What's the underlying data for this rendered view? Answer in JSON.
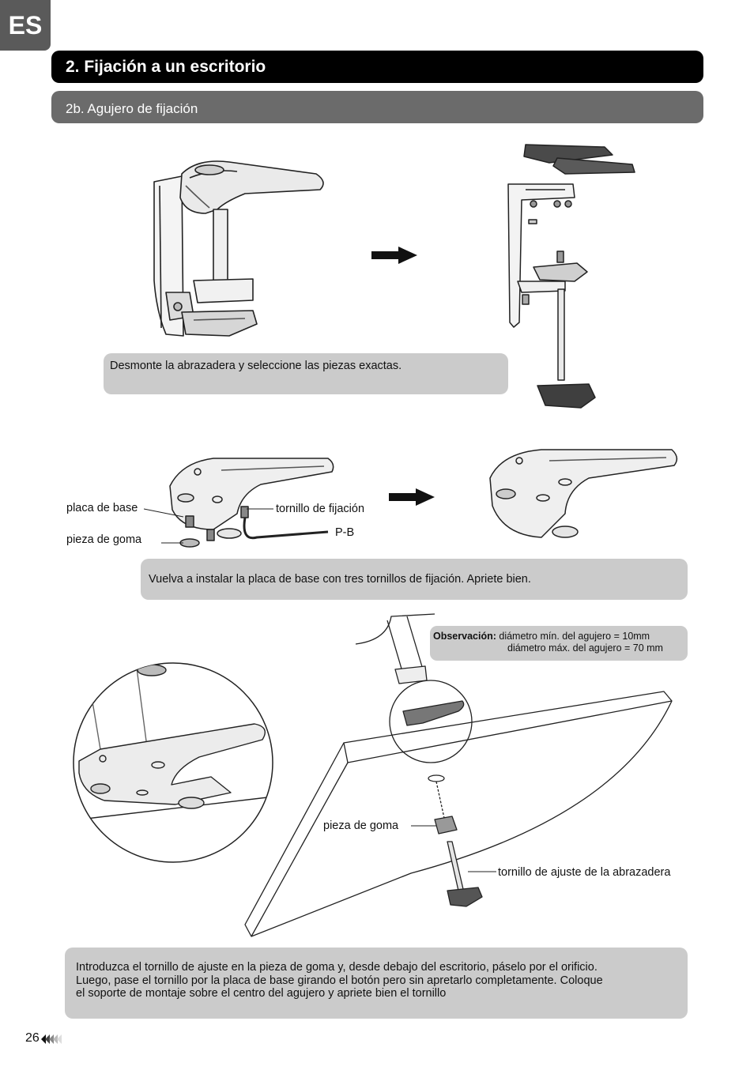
{
  "lang_tab": "ES",
  "section_title": "2. Fijación a un escritorio",
  "subsection_title": "2b. Agujero de fijación",
  "step1": {
    "note": "Desmonte la abrazadera y seleccione las piezas exactas."
  },
  "step2": {
    "labels": {
      "base_plate": "placa de base",
      "rubber_piece": "pieza de goma",
      "fixing_screw": "tornillo de fijación",
      "hex_key": "P-B"
    },
    "note": "Vuelva a instalar la placa de base con tres tornillos de fijación. Apriete bien."
  },
  "step3": {
    "observation": {
      "title": "Observación:",
      "line1": "diámetro mín. del agujero = 10mm",
      "line2": "diámetro máx. del agujero = 70 mm"
    },
    "labels": {
      "rubber_piece": "pieza de goma",
      "clamp_screw": "tornillo de ajuste de la abrazadera"
    },
    "note_lines": [
      "Introduzca el tornillo de ajuste en la pieza de goma y, desde debajo del escritorio, páselo por el orificio.",
      "Luego, pase el tornillo por la placa de base girando el botón pero sin apretarlo completamente. Coloque",
      "el soporte de montaje sobre el centro del agujero y apriete bien el tornillo"
    ]
  },
  "footer": {
    "page_number": "26"
  }
}
